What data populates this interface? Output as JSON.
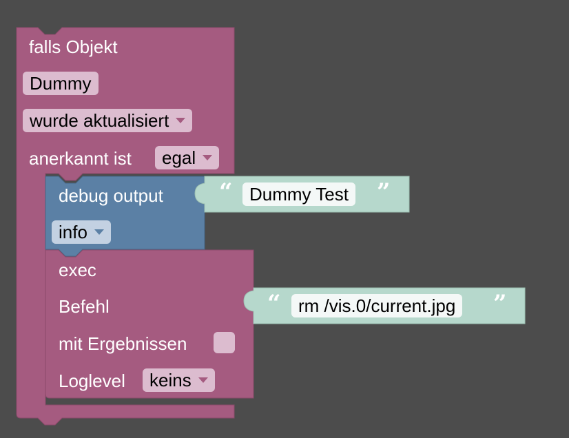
{
  "colors": {
    "workspace": "#4c4c4c",
    "event_block": "#a55b80",
    "debug_block": "#5b80a5",
    "text_block": "#b6d8cc"
  },
  "trigger_block": {
    "title": "falls Objekt",
    "object_id": "Dummy",
    "condition": "wurde aktualisiert",
    "ack_label": "anerkannt ist",
    "ack_value": "egal"
  },
  "debug_block": {
    "label": "debug output",
    "level": "info",
    "message": "Dummy Test"
  },
  "exec_block": {
    "title": "exec",
    "command_label": "Befehl",
    "command": "rm /vis.0/current.jpg",
    "with_results_label": "mit Ergebnissen",
    "loglevel_label": "Loglevel",
    "loglevel_value": "keins"
  },
  "icons": {
    "quote_open": "“",
    "quote_close": "”",
    "dropdown": "chevron-down-icon"
  }
}
